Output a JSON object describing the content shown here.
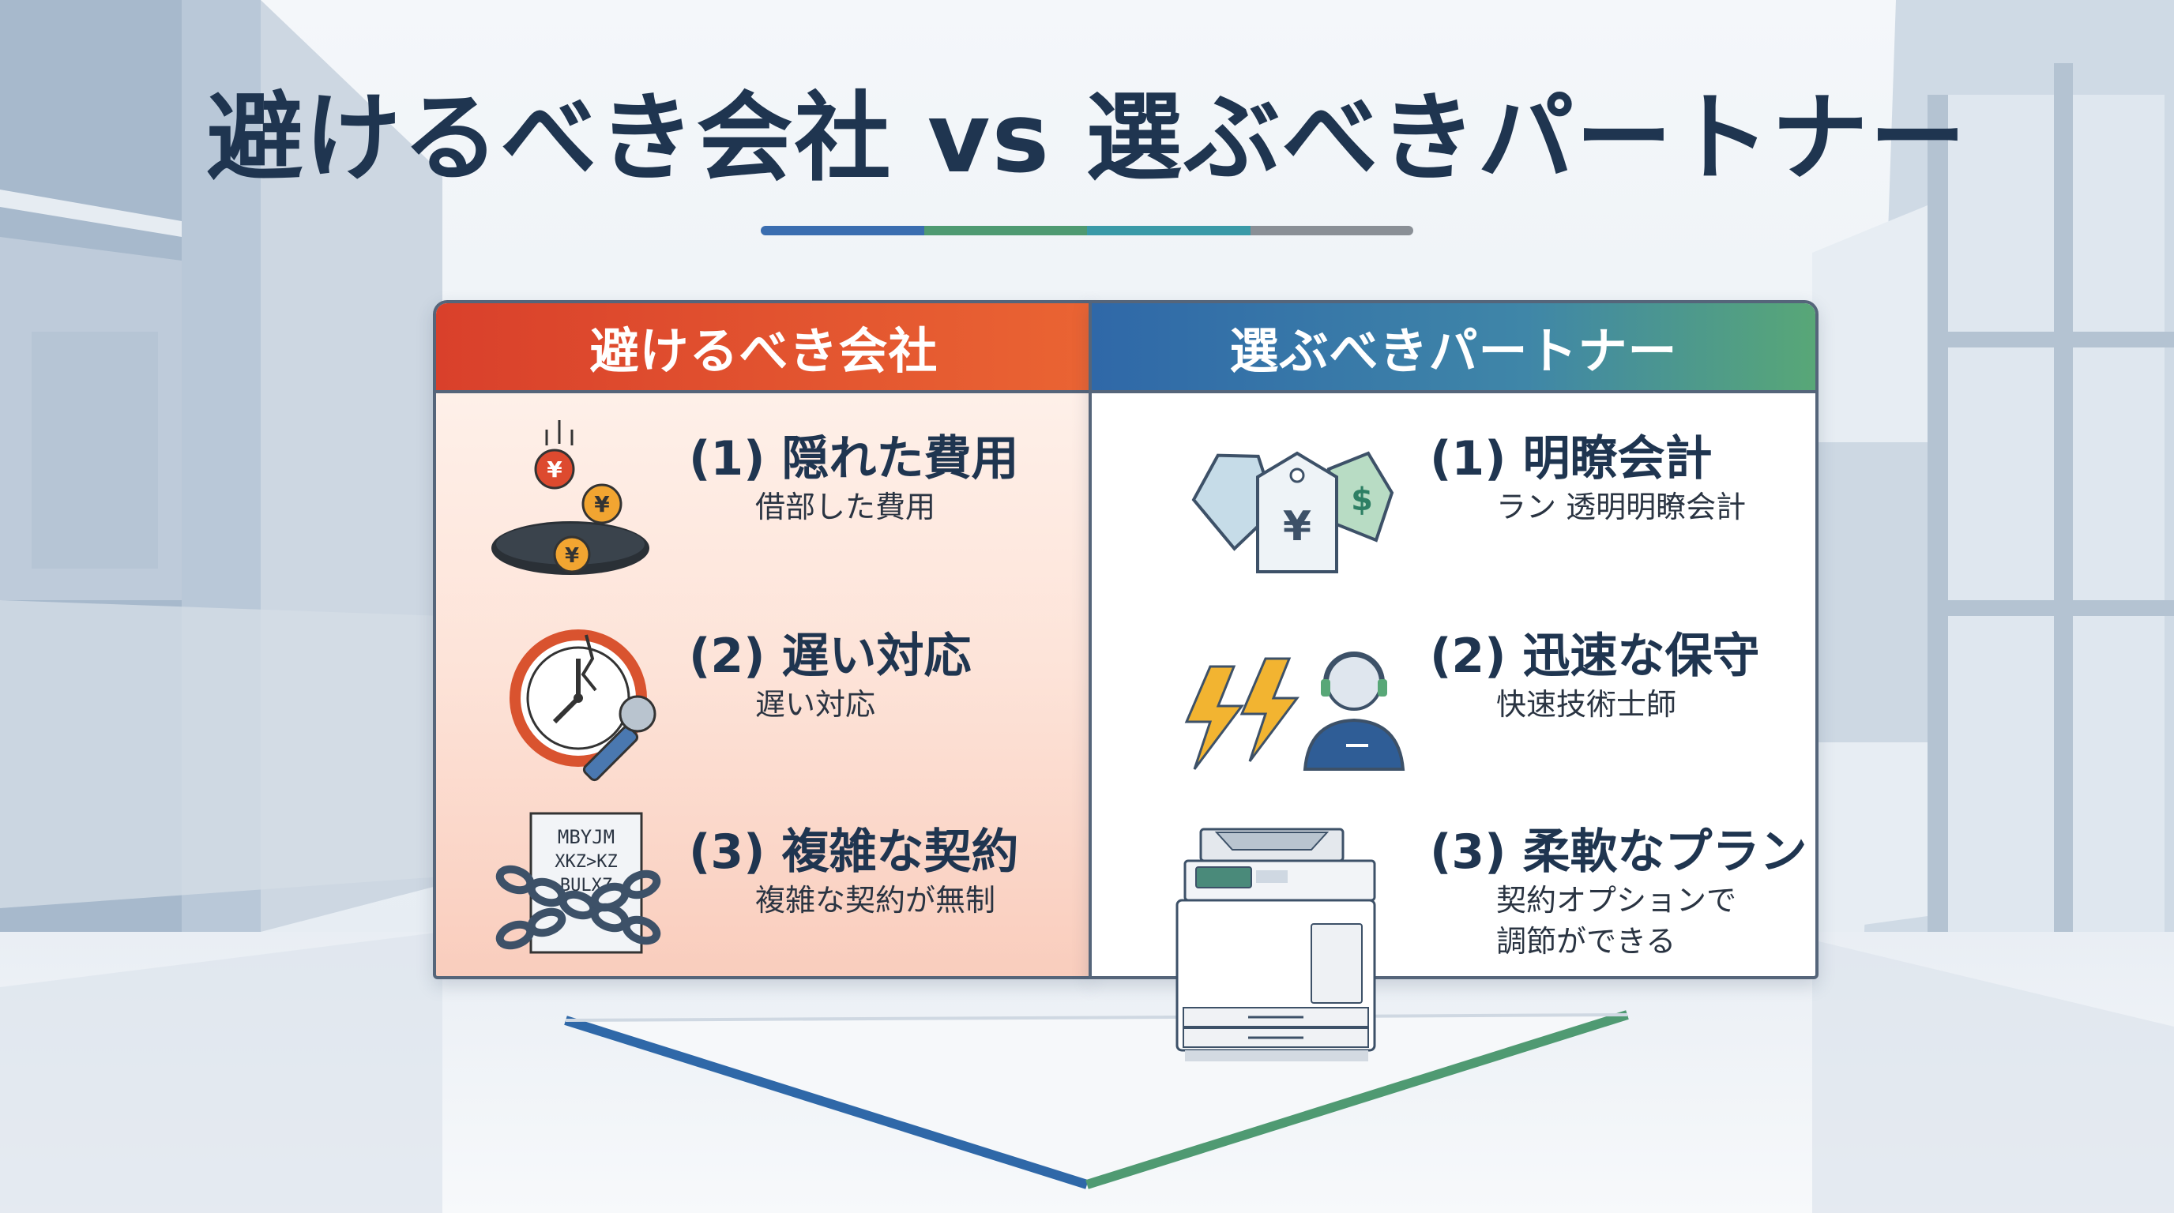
{
  "title": "避けるべき会社 vs 選ぶべきパートナー",
  "colors": {
    "title": "#1f3550",
    "avoid_header": "#d9402b",
    "partner_header": "#2f68a8",
    "partner_accent": "#58a777",
    "rule_segments": [
      "#3a6db0",
      "#4f9a72",
      "#3a9aa8",
      "#8a8f96"
    ]
  },
  "avoid": {
    "header": "避けるべき会社",
    "items": [
      {
        "head": "(1) 隠れた費用",
        "sub": "借部した費用",
        "icon": "hidden-cost-icon"
      },
      {
        "head": "(2) 遅い対応",
        "sub": "遅い対応",
        "icon": "slow-clock-wrench-icon"
      },
      {
        "head": "(3) 複雑な契約",
        "sub": "複雑な契約が無制",
        "icon": "chained-contract-icon",
        "doc_text": [
          "MBYJM",
          "XKZ>KZ",
          "BULXZ"
        ]
      }
    ]
  },
  "partner": {
    "header": "選ぶべきパートナー",
    "items": [
      {
        "head": "(1) 明瞭会計",
        "sub": "ラン 透明明瞭会計",
        "icon": "price-tags-icon"
      },
      {
        "head": "(2) 迅速な保守",
        "sub": "快速技術士師",
        "icon": "support-agent-icon"
      },
      {
        "head": "(3) 柔軟なプラン",
        "sub_lines": [
          "契約オプションで",
          "調節ができる"
        ],
        "icon": "copier-icon"
      }
    ]
  }
}
